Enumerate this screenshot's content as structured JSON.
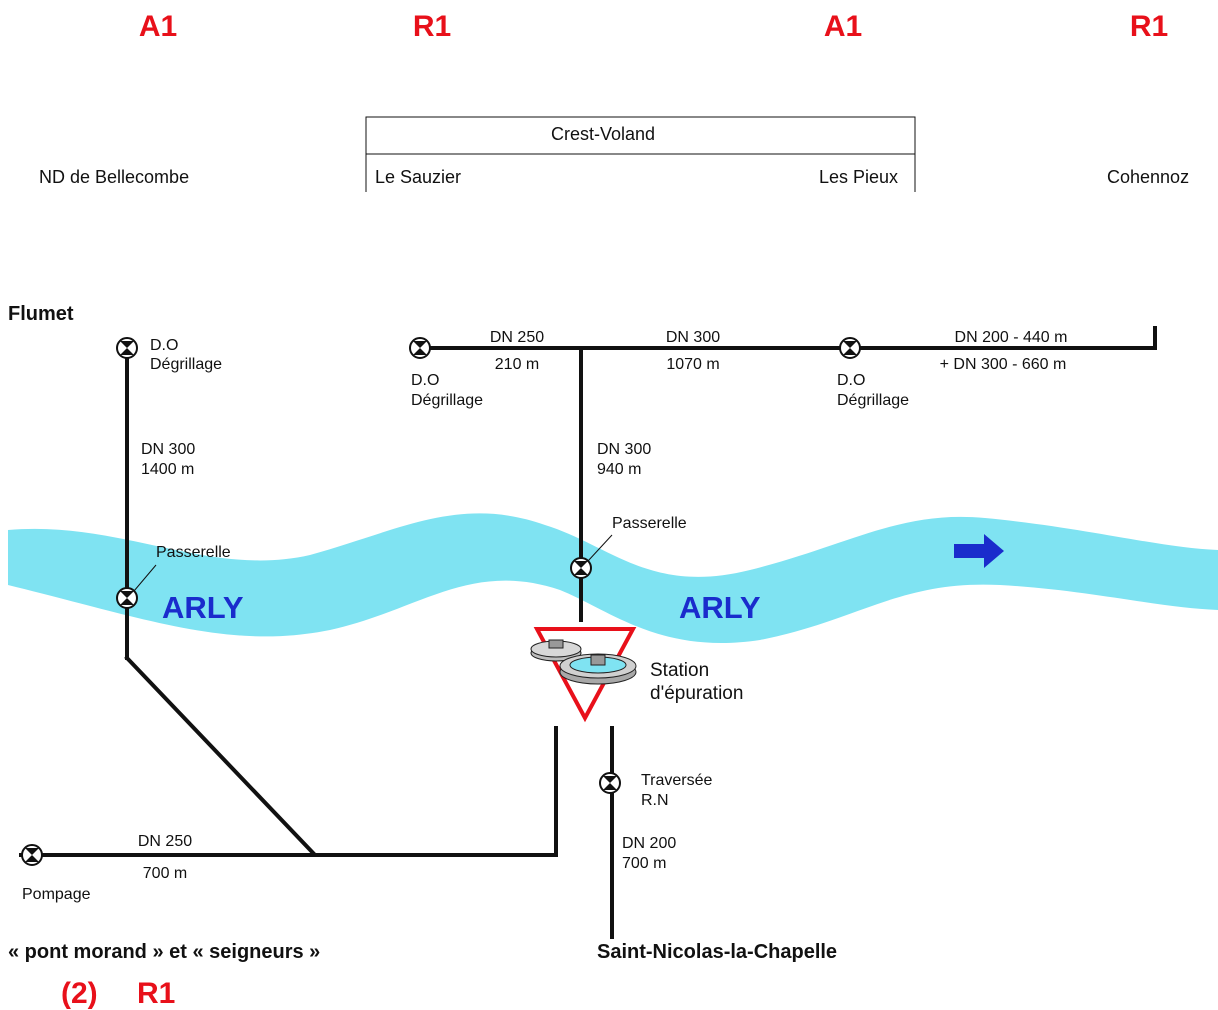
{
  "top_labels": [
    "A1",
    "R1",
    "A1",
    "R1"
  ],
  "towns": {
    "nd_bellecombe": "ND de Bellecombe",
    "crest_voland": "Crest-Voland",
    "le_sauzier": "Le Sauzier",
    "les_pieux": "Les Pieux",
    "cohennoz": "Cohennoz",
    "flumet": "Flumet",
    "saint_nicolas": "Saint-Nicolas-la-Chapelle",
    "pont_morand": "« pont morand » et « seigneurs »"
  },
  "nodes": {
    "do_label": "D.O",
    "degrillage_label": "Dégrillage",
    "passerelle_label": "Passerelle",
    "station_line1": "Station",
    "station_line2": "d'épuration",
    "traversee_line1": "Traversée",
    "traversee_line2": "R.N",
    "pompage": "Pompage"
  },
  "pipes": {
    "flumet_dn": "DN 300",
    "flumet_len": "1400 m",
    "top_left_dn": "DN 250",
    "top_left_len": "210 m",
    "top_mid_dn": "DN 300",
    "top_mid_len": "1070 m",
    "top_right_dn": "DN 200 - 440 m",
    "top_right_len": "+ DN 300 - 660 m",
    "center_dn": "DN 300",
    "center_len": "940 m",
    "bottom_dn": "DN 250",
    "bottom_len": "700 m",
    "south_dn": "DN 200",
    "south_len": "700 m"
  },
  "river": {
    "label_left": "ARLY",
    "label_right": "ARLY",
    "color": "#7fe3f2",
    "label_color": "#1a2ccc"
  },
  "bottom_labels": {
    "num": "(2)",
    "code": "R1"
  }
}
